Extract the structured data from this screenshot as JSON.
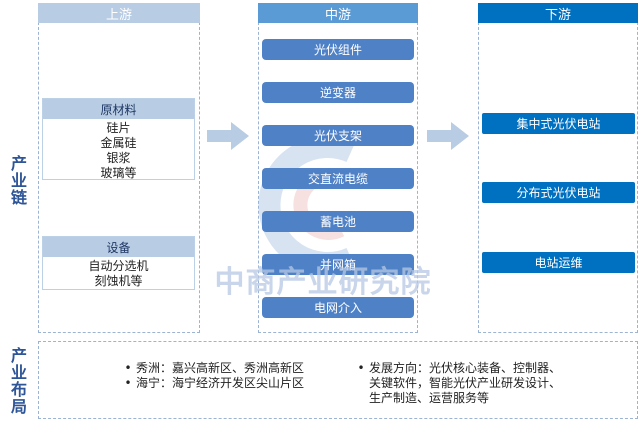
{
  "side_labels": {
    "chain": "产业链",
    "layout": "产业布局"
  },
  "upstream": {
    "header": "上游",
    "raw_materials": {
      "title": "原材料",
      "items": [
        "硅片",
        "金属硅",
        "银浆",
        "玻璃等"
      ]
    },
    "equipment": {
      "title": "设备",
      "items": [
        "自动分选机",
        "刻蚀机等"
      ]
    }
  },
  "midstream": {
    "header": "中游",
    "items": [
      "光伏组件",
      "逆变器",
      "光伏支架",
      "交直流电缆",
      "蓄电池",
      "并网箱",
      "电网介入"
    ]
  },
  "downstream": {
    "header": "下游",
    "items": [
      "集中式光伏电站",
      "分布式光伏电站",
      "电站运维"
    ]
  },
  "watermark": "中商产业研究院",
  "layout": {
    "left": [
      "秀洲：嘉兴高新区、秀洲高新区",
      "海宁：海宁经济开发区尖山片区"
    ],
    "right": [
      "发展方向：光伏核心装备、控制器、",
      "关键软件，智能光伏产业研发设计、",
      "生产制造、运营服务等"
    ]
  },
  "colors": {
    "upstream_header": "#b8cce4",
    "midstream_header": "#5b9bd5",
    "downstream_header": "#0070c0",
    "midstream_item": "#4f81c7",
    "downstream_item": "#0070c0",
    "side_label": "#2e5597"
  }
}
